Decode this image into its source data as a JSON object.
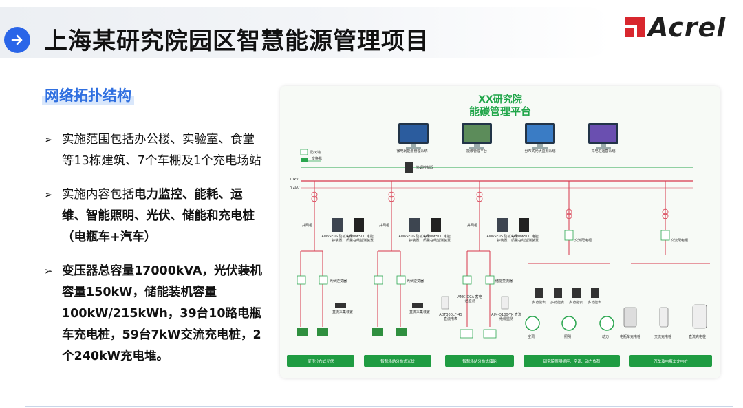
{
  "header": {
    "title": "上海某研究院园区智慧能源管理项目",
    "logo_text": "Acrel"
  },
  "section": {
    "title": "网络拓扑结构"
  },
  "bullets": [
    {
      "marker": "➢",
      "parts": [
        "实施范围包括办公楼、实验室、食堂等13栋建筑、7个车棚及1个充电场站"
      ]
    },
    {
      "marker": "➢",
      "parts": [
        "实施内容包括",
        "电力监控、能耗、运维、智能照明、光伏、储能和充电桩（电瓶车+汽车）"
      ]
    },
    {
      "marker": "➢",
      "parts": [
        "变压器总容量17000kVA，光伏装机容量150kW，储能装机容量100kW/215kWh，39台10路电瓶车充电桩，59台7kW交流充电桩，2个240kW充电堆。"
      ]
    }
  ],
  "diagram": {
    "title_line1": "XX研究院",
    "title_line2": "能碳管理平台",
    "monitors": [
      "微电网能量管理系统",
      "能碳管理平台",
      "分布式光伏监测系统",
      "充电桩运营系统"
    ],
    "top_labels": {
      "firewall": "防火墙",
      "switch": "交换机",
      "gateway": "协调控制器"
    },
    "side_labels": [
      "10kV",
      "0.4kV"
    ],
    "devices": [
      "AM6SE-IS 防孤岛保护装置",
      "APView500 电能质量在线监测装置",
      "AM6SE-IS 防孤岛保护装置",
      "APView500 电能质量在线监测装置",
      "AM6SE-IS 防孤岛保护装置",
      "APView500 电能质量在线监测装置"
    ],
    "feeder_labels": [
      "并网柜",
      "并网柜",
      "并网柜",
      "交流配电柜",
      "交流配电柜"
    ],
    "inverter_labels": [
      "光伏逆变器",
      "光伏逆变器",
      "储能变流器"
    ],
    "collector_labels": [
      "直流采集装置",
      "直流采集装置",
      "AMC-DCA 蓄电池监测",
      "AIM-D100-TK 直流绝缘监测",
      "ADF300LF-4S 直流电表"
    ],
    "lighting_labels": [
      "多功能表",
      "多功能表",
      "多功能表",
      "多功能表"
    ],
    "loads": [
      "空调",
      "照明",
      "动力"
    ],
    "chargers": [
      "电瓶车充电桩",
      "交流充电桩",
      "直流充电桩"
    ],
    "bottom_buttons": [
      "屋顶分布式光伏",
      "智慧场站分布式光伏",
      "智慧场站分布式储能",
      "研究院照明插座、空调、动力负荷",
      "汽车及电瓶车充电桩"
    ]
  },
  "colors": {
    "accent_blue": "#2a65e8",
    "diagram_green": "#1f9c42",
    "bus_red": "#d7364b",
    "logo_red": "#d8272e"
  }
}
